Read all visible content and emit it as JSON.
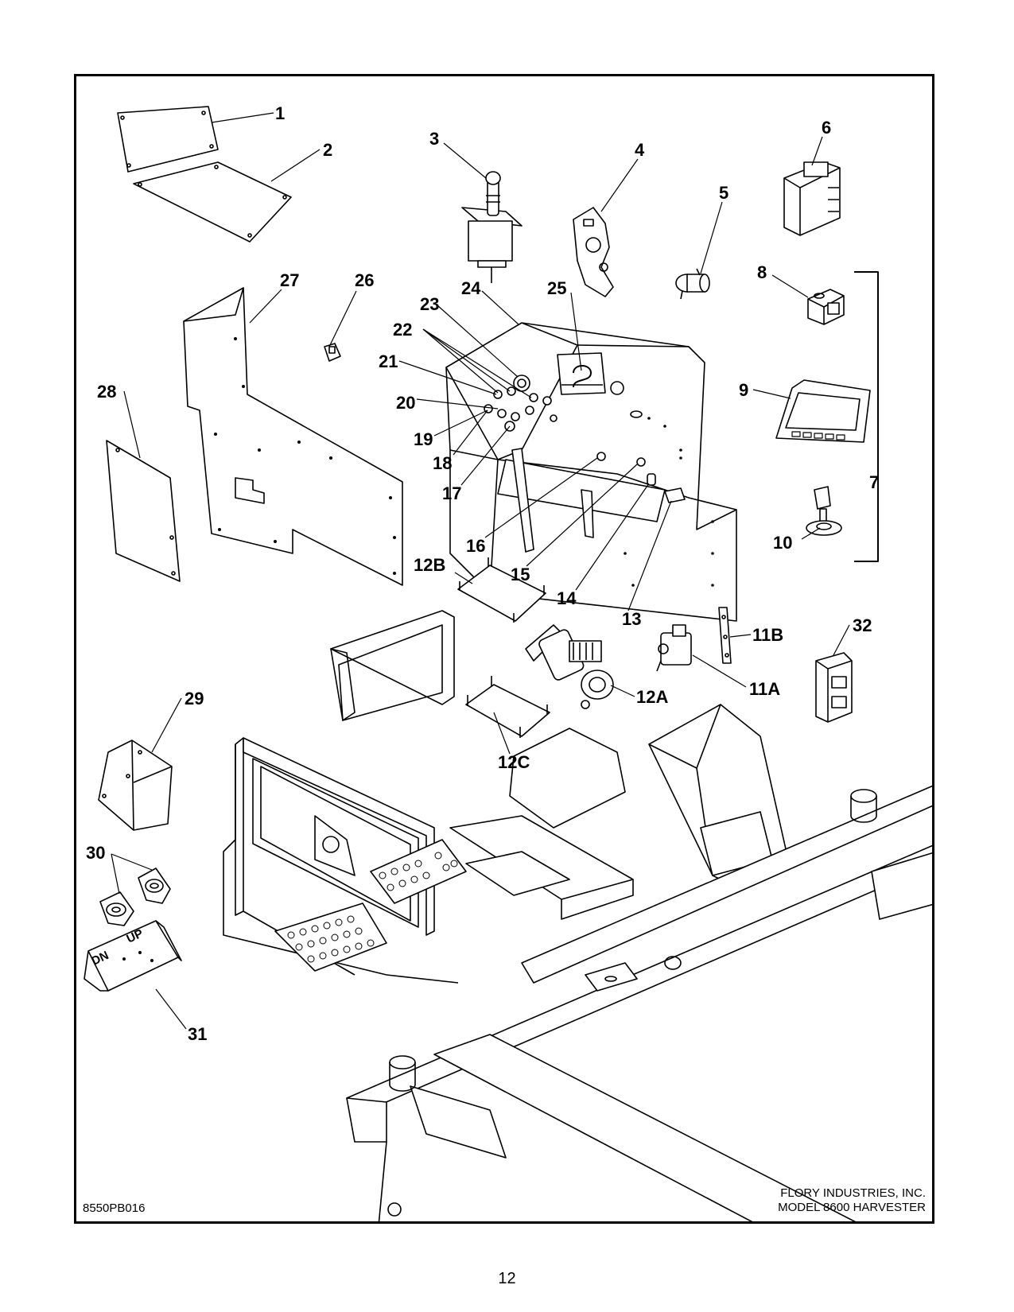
{
  "callouts": {
    "c1": "1",
    "c2": "2",
    "c3": "3",
    "c4": "4",
    "c5": "5",
    "c6": "6",
    "c7": "7",
    "c8": "8",
    "c9": "9",
    "c10": "10",
    "c11a": "11A",
    "c11b": "11B",
    "c12a": "12A",
    "c12b": "12B",
    "c12c": "12C",
    "c13": "13",
    "c14": "14",
    "c15": "15",
    "c16": "16",
    "c17": "17",
    "c18": "18",
    "c19": "19",
    "c20": "20",
    "c21": "21",
    "c22": "22",
    "c23": "23",
    "c24": "24",
    "c25": "25",
    "c26": "26",
    "c27": "27",
    "c28": "28",
    "c29": "29",
    "c30": "30",
    "c31": "31",
    "c32": "32"
  },
  "bracket_stamp": {
    "down": "DN",
    "up": "UP"
  },
  "footer": {
    "drawing_id": "8550PB016",
    "company": "FLORY INDUSTRIES, INC.",
    "model": "MODEL 8600 HARVESTER"
  },
  "page_number": "12"
}
